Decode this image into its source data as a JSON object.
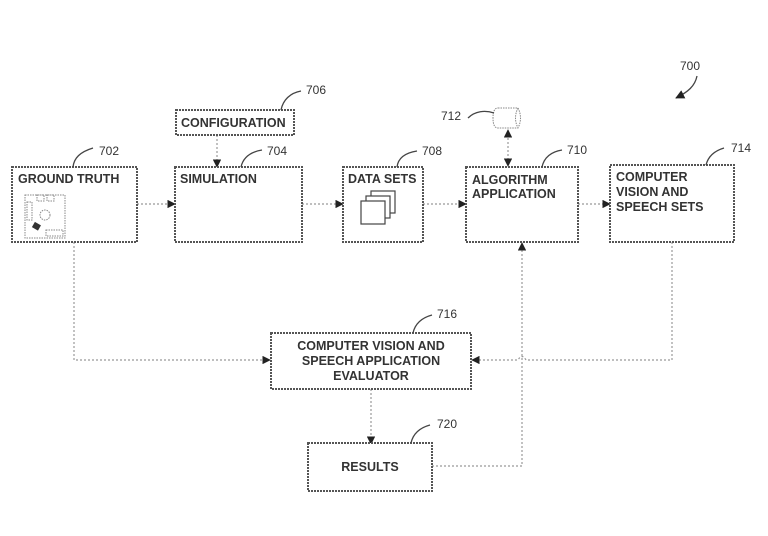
{
  "figure_ref": "700",
  "boxes": {
    "ground_truth": {
      "ref": "702",
      "label": [
        "GROUND TRUTH"
      ]
    },
    "simulation": {
      "ref": "704",
      "label": [
        "SIMULATION"
      ]
    },
    "configuration": {
      "ref": "706",
      "label": [
        "CONFIGURATION"
      ]
    },
    "data_sets": {
      "ref": "708",
      "label": [
        "DATA SETS"
      ]
    },
    "algorithm_application": {
      "ref": "710",
      "label": [
        "ALGORITHM",
        "APPLICATION"
      ]
    },
    "storage": {
      "ref": "712"
    },
    "cv_speech_sets": {
      "ref": "714",
      "label": [
        "COMPUTER",
        "VISION AND",
        "SPEECH SETS"
      ]
    },
    "evaluator": {
      "ref": "716",
      "label": [
        "COMPUTER VISION AND",
        "SPEECH APPLICATION",
        "EVALUATOR"
      ]
    },
    "results": {
      "ref": "720",
      "label": [
        "RESULTS"
      ]
    }
  }
}
